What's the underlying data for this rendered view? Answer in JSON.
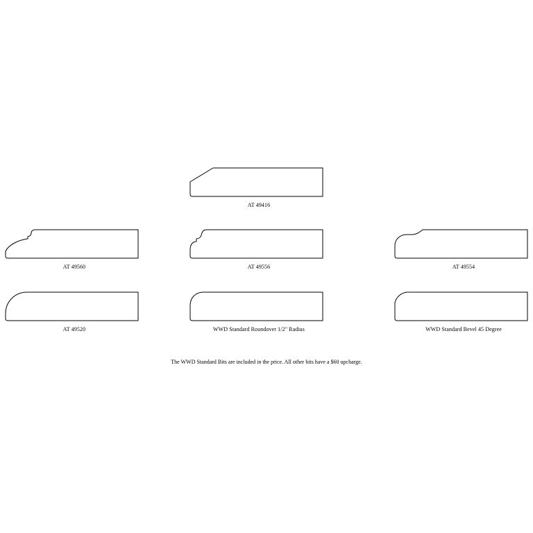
{
  "profiles": [
    {
      "id": "at49416",
      "label": "AT 49416",
      "shape": "bevel-45-large"
    },
    {
      "id": "at49560",
      "label": "AT 49560",
      "shape": "ogee-step-long"
    },
    {
      "id": "at49556",
      "label": "AT 49556",
      "shape": "ogee-step"
    },
    {
      "id": "at49554",
      "label": "AT 49554",
      "shape": "cove-roundover"
    },
    {
      "id": "at49520",
      "label": "AT 49520",
      "shape": "roundover-large"
    },
    {
      "id": "wwd-roundover",
      "label": "WWD Standard Roundover 1/2\" Radius",
      "shape": "roundover-half-inch"
    },
    {
      "id": "wwd-bevel",
      "label": "WWD Standard Bevel 45 Degree",
      "shape": "bevel-45"
    }
  ],
  "footnote": "The WWD Standard Bits are included in the price.  All other bits have a $60 upcharge."
}
